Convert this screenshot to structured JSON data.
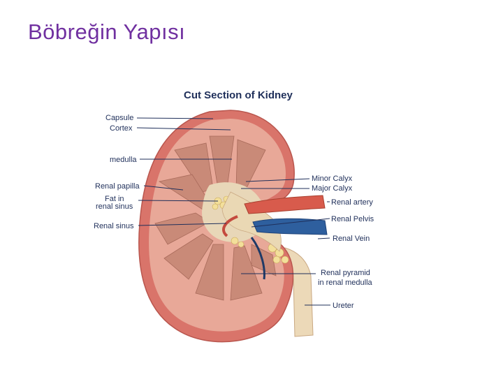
{
  "slide": {
    "title": "Böbreğin Yapısı"
  },
  "diagram": {
    "title": "Cut Section of  Kidney",
    "labels_left": {
      "capsule": "Capsule",
      "cortex": "Cortex",
      "medulla": "medulla",
      "renal_papilla": "Renal papilla",
      "fat_line1": "Fat in",
      "fat_line2": "renal sinus",
      "renal_sinus": "Renal sinus"
    },
    "labels_right": {
      "minor_calyx": "Minor Calyx",
      "major_calyx": "Major Calyx",
      "renal_artery": "Renal artery",
      "renal_pelvis": "Renal Pelvis",
      "renal_vein": "Renal Vein",
      "pyramid_line1": "Renal pyramid",
      "pyramid_line2": "in renal medulla",
      "ureter": "Ureter"
    },
    "colors": {
      "capsule": "#d9746a",
      "cortex": "#e8a898",
      "medulla": "#c98a78",
      "sinus": "#e8d7b8",
      "fat": "#f3df9a",
      "artery": "#d85b4c",
      "vein": "#2e5f9e",
      "ureter": "#ecd9b8"
    }
  }
}
